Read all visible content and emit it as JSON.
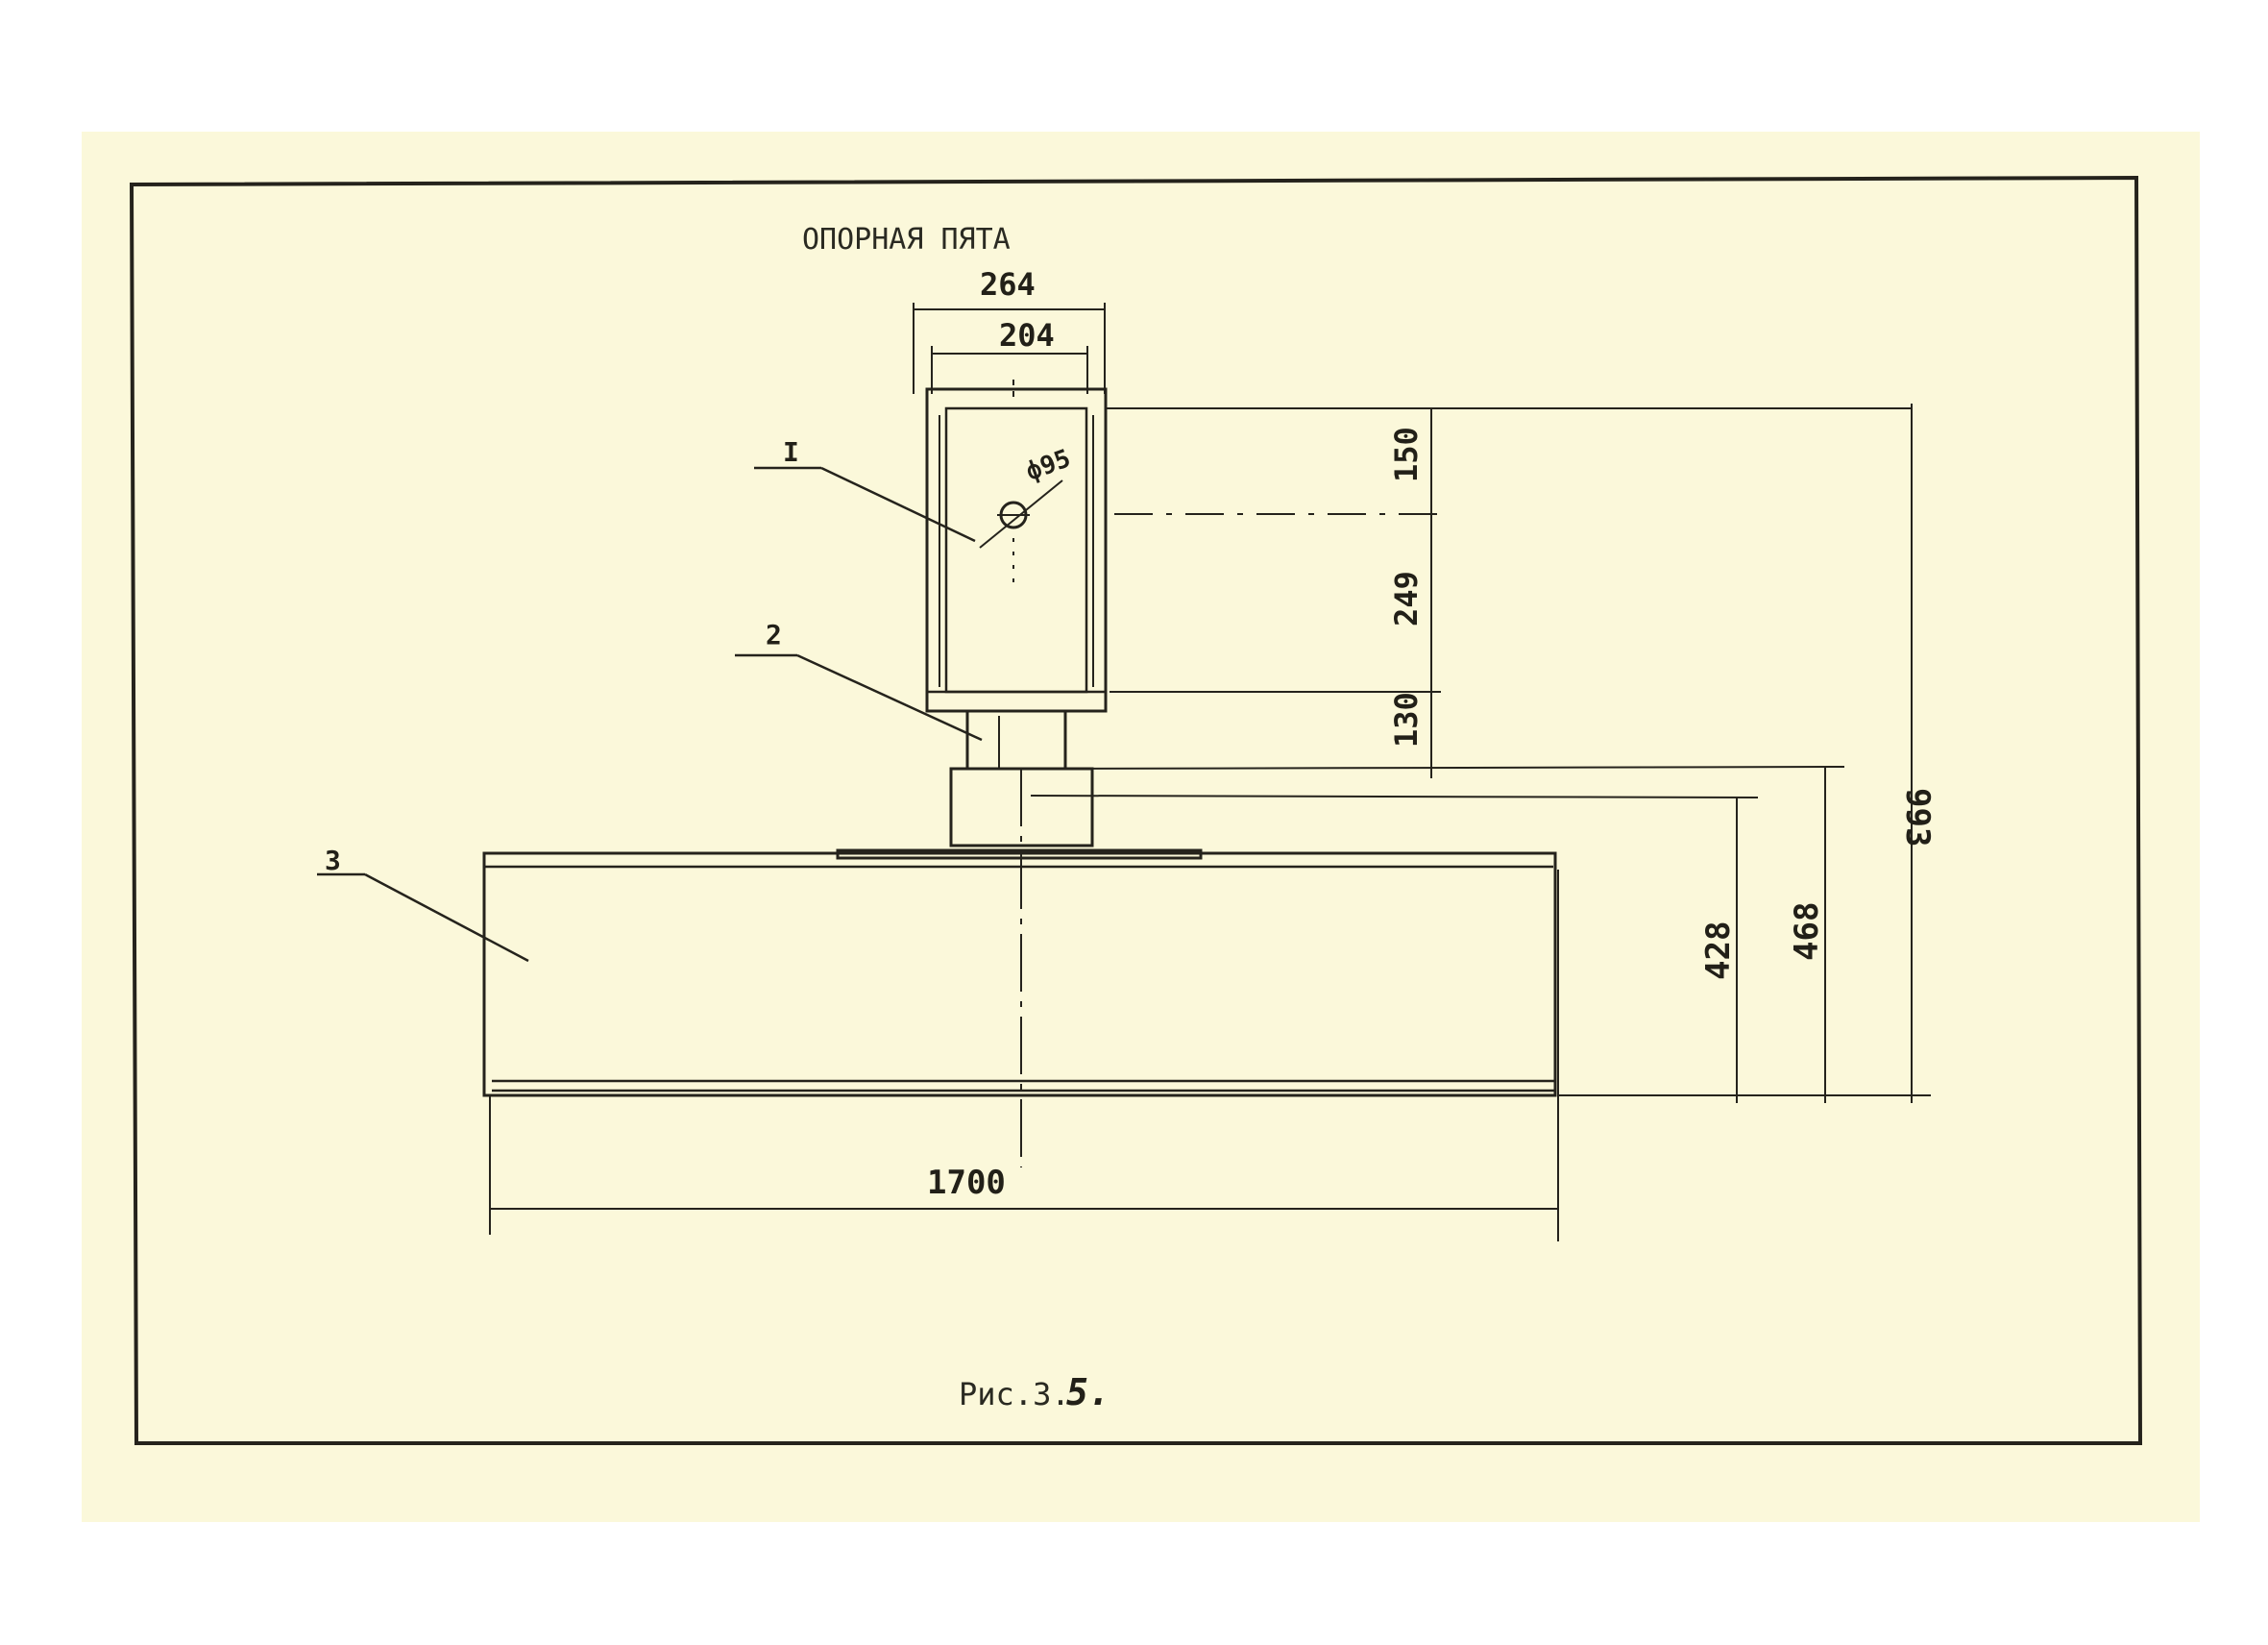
{
  "drawing": {
    "title": "ОПОРНАЯ ПЯТА",
    "caption_prefix": "Рис.3.",
    "caption_mark": "5.",
    "callouts": [
      "I",
      "2",
      "3"
    ],
    "dimensions": {
      "top_outer": "264",
      "top_inner": "204",
      "diameter": "ф95",
      "seg_150": "150",
      "seg_249": "249",
      "seg_130": "130",
      "h_428": "428",
      "h_468": "468",
      "h_993": "993",
      "width_1700": "1700"
    }
  },
  "colors": {
    "paper": "#fbf8da",
    "ink": "#25231c"
  }
}
